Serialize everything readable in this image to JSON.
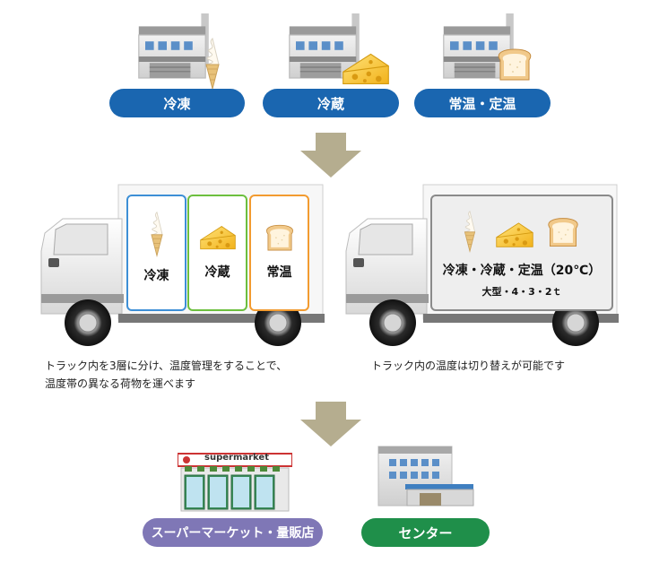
{
  "top": {
    "labels": [
      "冷凍",
      "冷蔵",
      "常温・定温"
    ]
  },
  "truck_left": {
    "compartments": [
      "冷凍",
      "冷蔵",
      "常温"
    ],
    "caption_line1": "トラック内を3層に分け、温度管理をすることで、",
    "caption_line2": "温度帯の異なる荷物を運べます"
  },
  "truck_right": {
    "temp_label": "冷凍・冷蔵・定温（20℃）",
    "size_label": "大型・4・3・2ｔ",
    "caption": "トラック内の温度は切り替えが可能です"
  },
  "bottom": {
    "supermarket_sign": "supermarket",
    "supermarket_label": "スーパーマーケット・量販店",
    "center_label": "センター"
  },
  "colors": {
    "blue": "#1a66b0",
    "purple": "#7f77b6",
    "green": "#1f8f4a",
    "arrow": "#b5ad8f",
    "frozen_border": "#3d8fd6",
    "chilled_border": "#6cbf3e",
    "ambient_border": "#f29b30"
  },
  "icons": [
    "factory-icon",
    "soft-serve-icon",
    "cheese-icon",
    "bread-icon",
    "truck-icon",
    "supermarket-icon",
    "building-icon"
  ]
}
